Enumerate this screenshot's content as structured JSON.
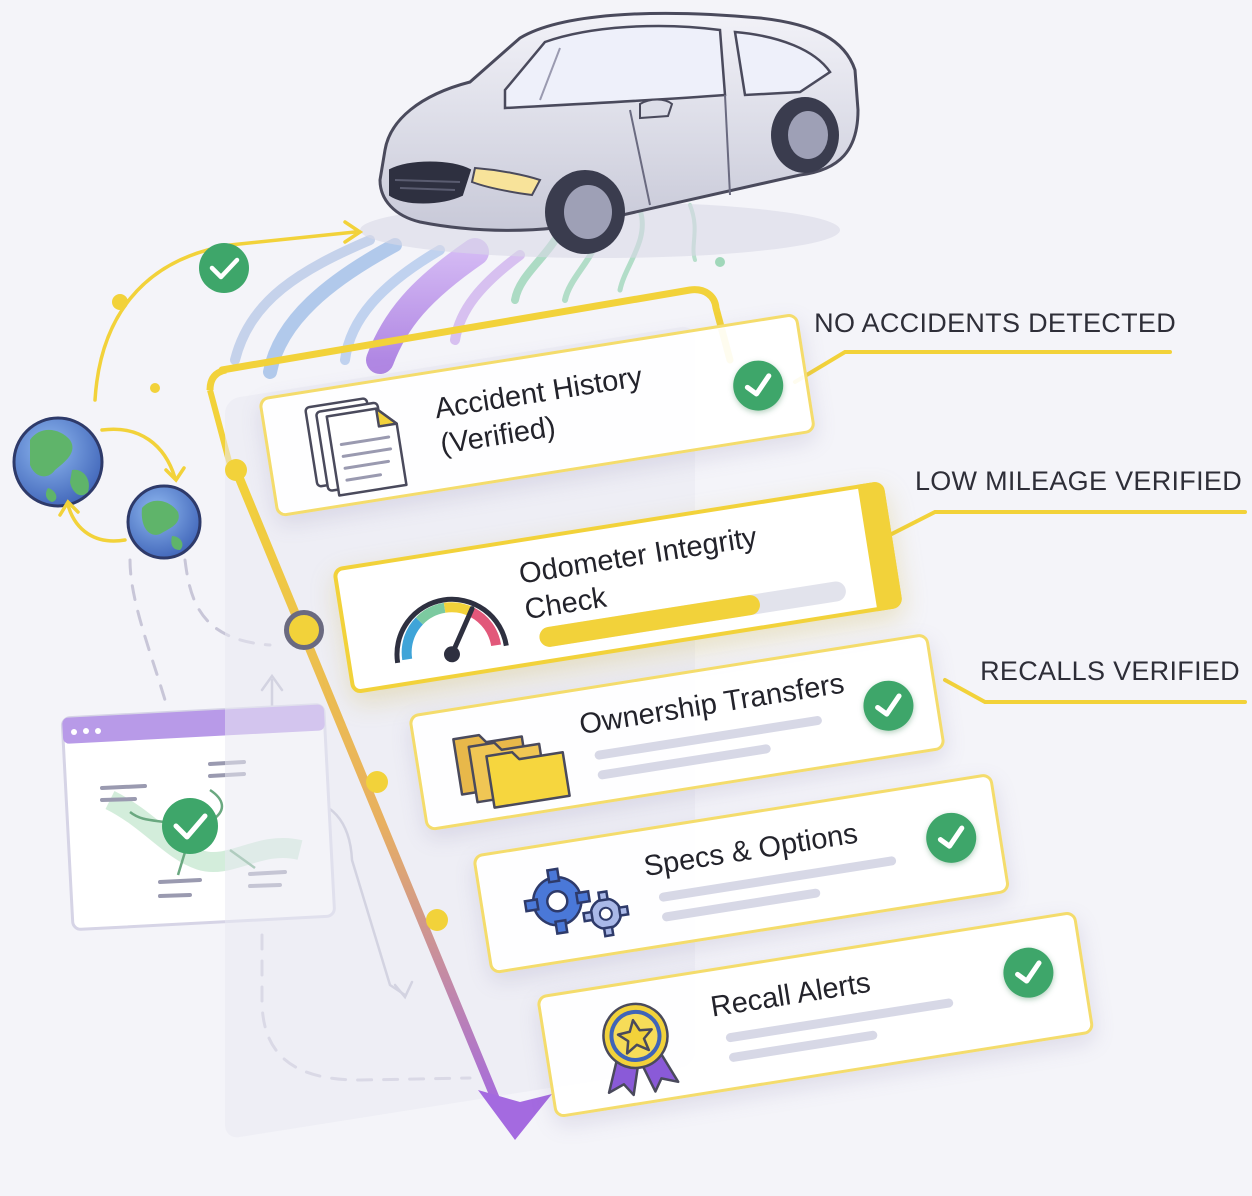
{
  "callouts": {
    "no_accidents": "NO ACCIDENTS DETECTED",
    "low_mileage": "LOW MILEAGE VERIFIED",
    "recalls": "RECALLS VERIFIED"
  },
  "cards": {
    "accident": {
      "title": "Accident History\n(Verified)",
      "status": "verified"
    },
    "odometer": {
      "title": "Odometer Integrity\nCheck",
      "status": "in-progress",
      "progress": 0.72
    },
    "ownership": {
      "title": "Ownership Transfers",
      "status": "verified"
    },
    "specs": {
      "title": "Specs & Options",
      "status": "verified"
    },
    "recall": {
      "title": "Recall Alerts",
      "status": "verified"
    }
  },
  "icons": {
    "car": "car-icon",
    "documents": "documents-icon",
    "speedometer": "speedometer-icon",
    "folders": "folders-icon",
    "gears": "gears-icon",
    "award": "award-badge-icon",
    "globe": "globe-icon",
    "check": "check-icon",
    "report": "report-window-icon"
  },
  "colors": {
    "accent_yellow": "#f2d23a",
    "check_green": "#3ea66a",
    "flow_purple": "#a878e0",
    "flow_blue": "#7aa6e0",
    "flow_green": "#7ccaa0"
  }
}
